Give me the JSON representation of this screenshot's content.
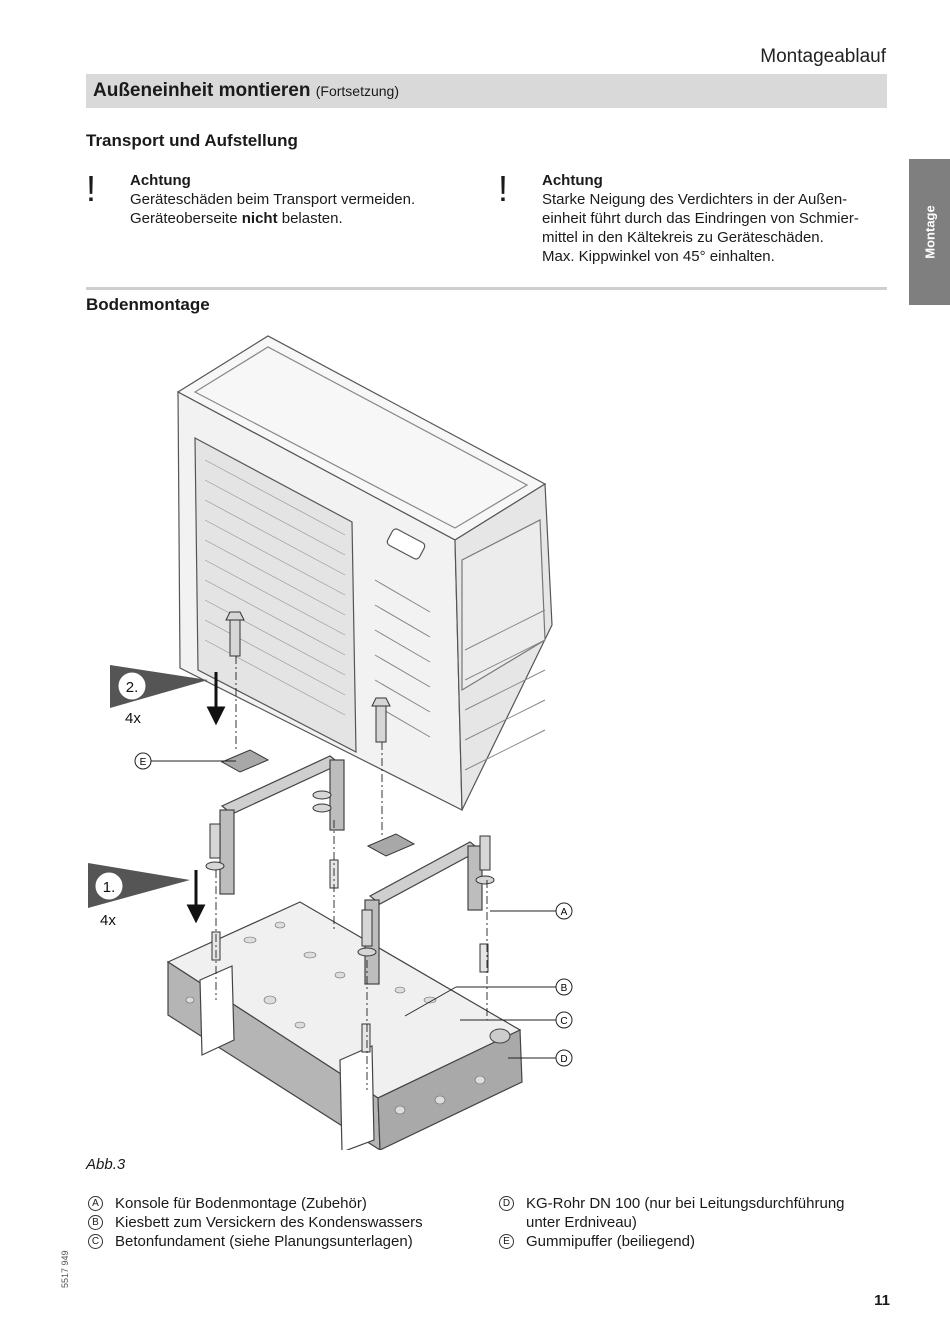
{
  "header": {
    "section": "Montageablauf"
  },
  "title_bar": {
    "title": "Außeneinheit montieren",
    "subtitle": "(Fortsetzung)"
  },
  "side_tab": {
    "label": "Montage"
  },
  "transport": {
    "heading": "Transport und Aufstellung"
  },
  "warnings": [
    {
      "mark": "!",
      "title": "Achtung",
      "lines": [
        "Geräteschäden beim Transport vermeiden.",
        "Geräteoberseite ",
        "nicht",
        " belasten."
      ]
    },
    {
      "mark": "!",
      "title": "Achtung",
      "lines": [
        "Starke Neigung des Verdichters in der Außen-",
        "einheit führt durch das Eindringen von Schmier-",
        "mittel in den Kältekreis zu Geräteschäden.",
        "Max. Kippwinkel von 45° einhalten."
      ]
    }
  ],
  "floor": {
    "heading": "Bodenmontage"
  },
  "figure": {
    "step1": "1.",
    "step1_count": "4x",
    "step2": "2.",
    "step2_count": "4x",
    "callouts": [
      "A",
      "B",
      "C",
      "D",
      "E"
    ]
  },
  "caption": "Abb.3",
  "legend_left": [
    {
      "key": "A",
      "text": "Konsole für Bodenmontage (Zubehör)"
    },
    {
      "key": "B",
      "text": "Kiesbett zum Versickern des Kondenswassers"
    },
    {
      "key": "C",
      "text": "Betonfundament (siehe Planungsunterlagen)"
    }
  ],
  "legend_right": [
    {
      "key": "D",
      "text": "KG-Rohr DN 100 (nur bei Leitungsdurchführung",
      "text2": "unter Erdniveau)"
    },
    {
      "key": "E",
      "text": "Gummipuffer (beiliegend)"
    }
  ],
  "doc_number": "5517 949",
  "page_number": "11"
}
